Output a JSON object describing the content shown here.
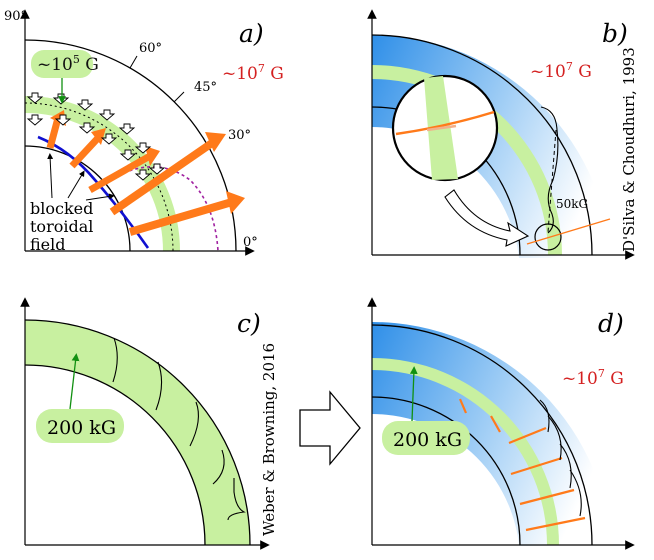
{
  "panels": {
    "a": {
      "letter": "a)",
      "angles": {
        "a90": "90°",
        "a60": "60°",
        "a45": "45°",
        "a30": "30°",
        "a0": "0°"
      },
      "weak_field": {
        "prefix": "~10",
        "exp": "5",
        "unit": " G"
      },
      "strong_field": {
        "prefix": "~10",
        "exp": "7",
        "unit": " G"
      },
      "note_line1": "blocked",
      "note_line2": "toroidal",
      "note_line3": "field"
    },
    "b": {
      "letter": "b)",
      "strong_field": {
        "prefix": "~10",
        "exp": "7",
        "unit": " G"
      },
      "tube_field": "50kG",
      "citation": "D'Silva & Choudhuri, 1993"
    },
    "c": {
      "letter": "c)",
      "field_label": "200 kG",
      "citation": "Weber & Browning, 2016"
    },
    "d": {
      "letter": "d)",
      "strong_field": {
        "prefix": "~10",
        "exp": "7",
        "unit": " G"
      },
      "field_label": "200 kG"
    }
  },
  "colors": {
    "green_band": "#c8f0a0",
    "orange_arrow": "#ff7a1a",
    "blue_gradient": "#2f8fe8",
    "red_text": "#d42020",
    "blue_line": "#1010d0",
    "purple_dotted": "#a020a0"
  }
}
